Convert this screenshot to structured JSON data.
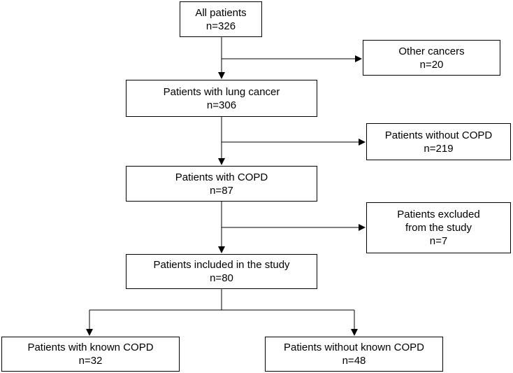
{
  "boxes": {
    "all_patients": {
      "label": "All patients",
      "count": "n=326"
    },
    "other_cancers": {
      "label": "Other cancers",
      "count": "n=20"
    },
    "lung_cancer": {
      "label": "Patients with lung cancer",
      "count": "n=306"
    },
    "without_copd": {
      "label": "Patients without COPD",
      "count": "n=219"
    },
    "with_copd": {
      "label": "Patients with COPD",
      "count": "n=87"
    },
    "excluded": {
      "label_line1": "Patients excluded",
      "label_line2": "from the study",
      "count": "n=7"
    },
    "included": {
      "label": "Patients included in the study",
      "count": "n=80"
    },
    "known_copd": {
      "label": "Patients with known COPD",
      "count": "n=32"
    },
    "unknown_copd": {
      "label": "Patients without known COPD",
      "count": "n=48"
    }
  }
}
